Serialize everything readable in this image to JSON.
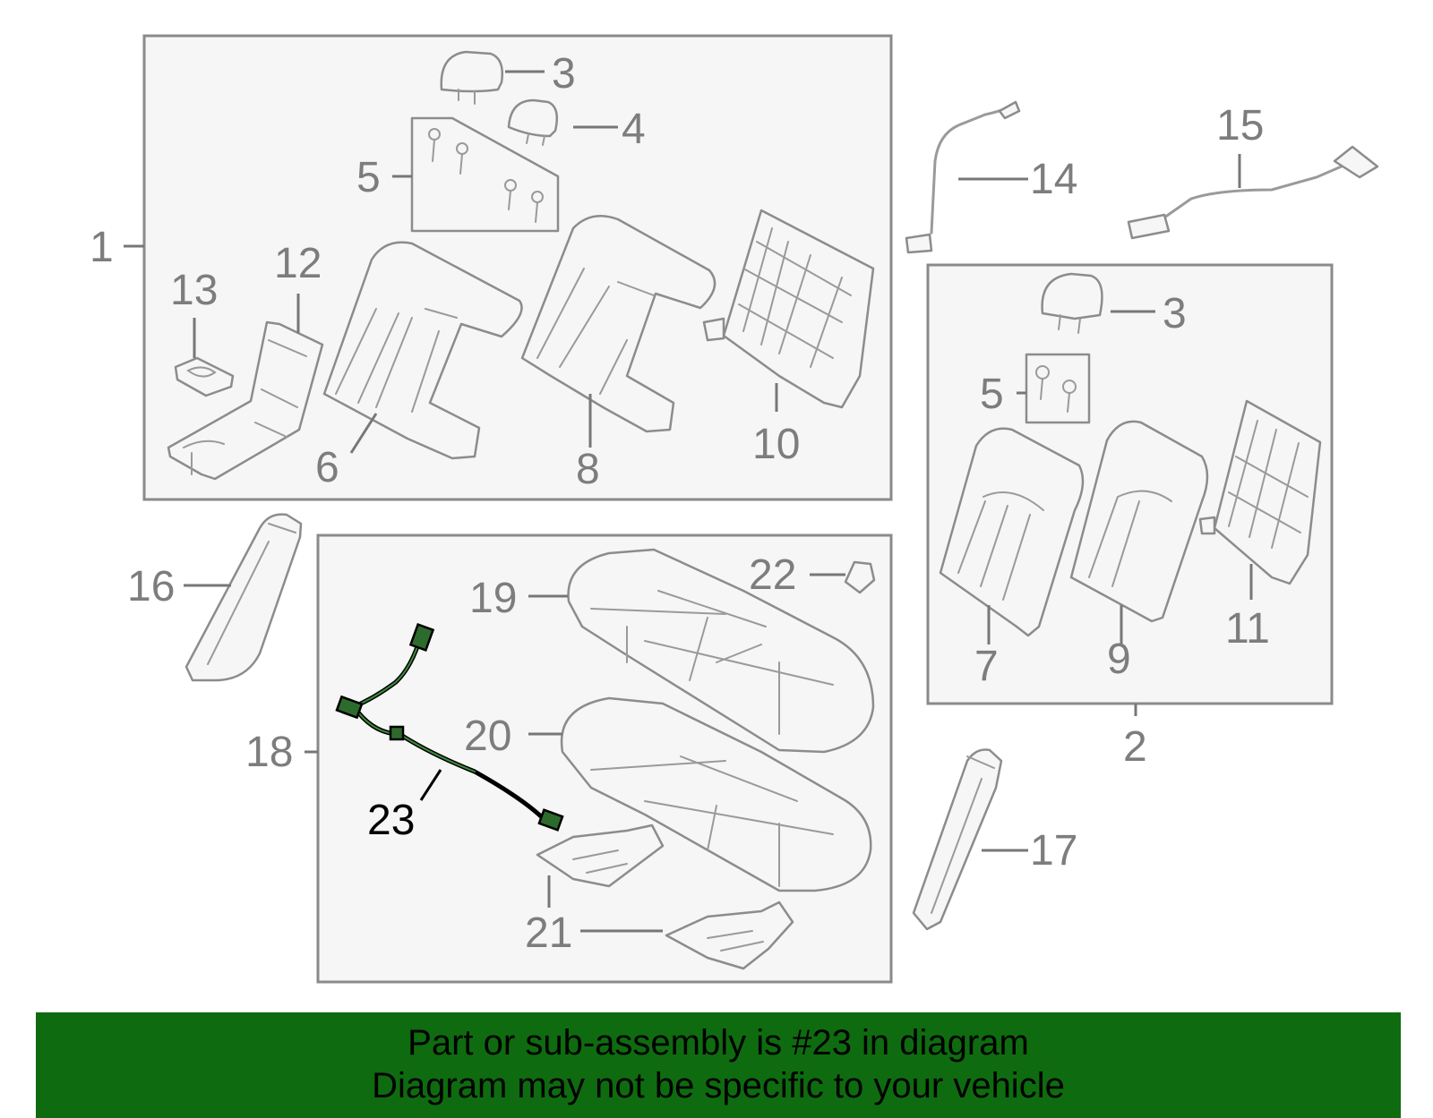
{
  "diagram": {
    "callouts": {
      "c1": "1",
      "c2": "2",
      "c3a": "3",
      "c3b": "3",
      "c4": "4",
      "c5a": "5",
      "c5b": "5",
      "c6": "6",
      "c7": "7",
      "c8": "8",
      "c9": "9",
      "c10": "10",
      "c11": "11",
      "c12": "12",
      "c13": "13",
      "c14": "14",
      "c15": "15",
      "c16": "16",
      "c17": "17",
      "c18": "18",
      "c19": "19",
      "c20": "20",
      "c21": "21",
      "c22": "22",
      "c23": "23"
    },
    "highlighted_part": "23",
    "colors": {
      "line": "#8c8c8c",
      "highlight": "#2d6b2d",
      "banner": "#0f6b0f"
    }
  },
  "banner": {
    "line1": "Part or sub-assembly is #23 in diagram",
    "line2": "Diagram may not be specific to your vehicle"
  }
}
